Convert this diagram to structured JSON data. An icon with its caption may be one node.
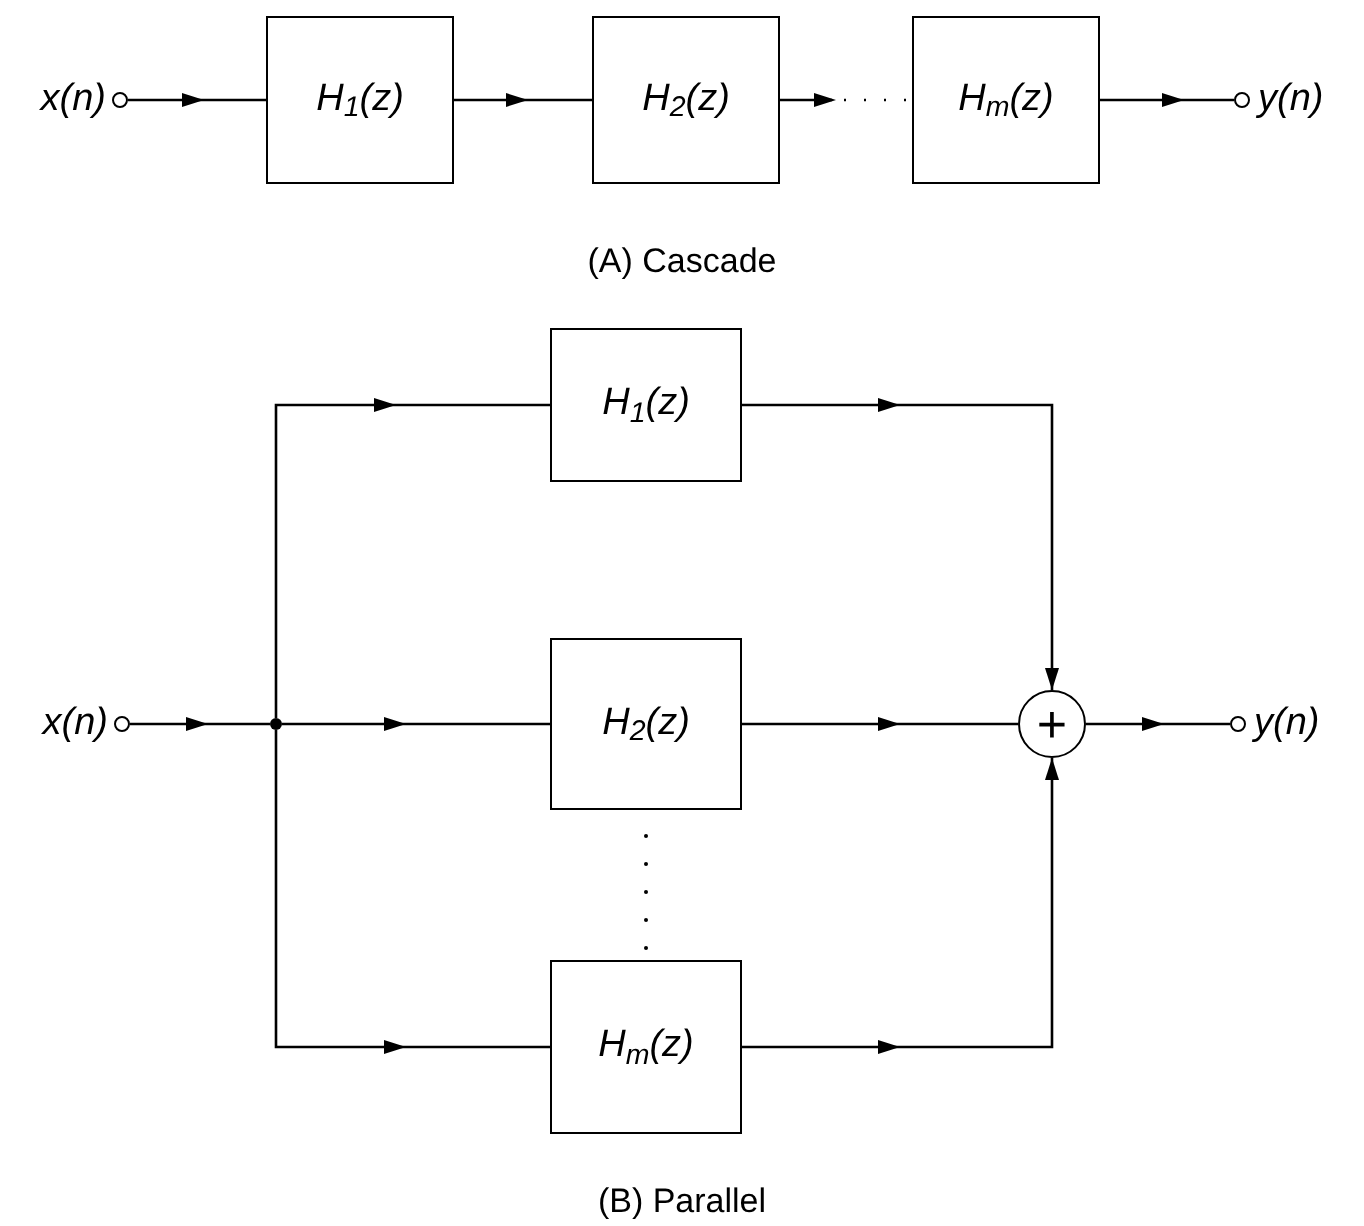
{
  "diagram": {
    "nodes": [
      {
        "text": [
          "x(n)"
        ]
      },
      {
        "text": [
          "H$_{1}$(z)"
        ]
      },
      {
        "text": [
          "H$_{2}$(z)"
        ]
      },
      {
        "text": [
          "H$_{m}$(z)"
        ]
      },
      {
        "text": [
          "y(n)"
        ]
      },
      {
        "text": [
          "x(n)"
        ]
      },
      {
        "text": [],
        "shape": "circle"
      },
      {
        "text": [
          "H$_{1}$(z)"
        ]
      },
      {
        "text": [
          "H$_{2}$(z)"
        ]
      },
      {
        "text": [
          "H$_{m}$(z)"
        ]
      },
      {
        "text": [
          "+"
        ]
      },
      {
        "text": [
          "y(n)"
        ]
      }
    ],
    "edges": [
      {
        "from": 0,
        "to": 1,
        "arrow": "to"
      },
      {
        "from": 1,
        "to": 2,
        "arrow": "to"
      },
      {
        "from": 2,
        "to": 3,
        "arrow": "to",
        "style": "dashed"
      },
      {
        "from": 3,
        "to": 4,
        "arrow": "to"
      },
      {
        "from": 5,
        "to": 6,
        "arrow": "to"
      },
      {
        "from": 6,
        "to": 7,
        "arrow": "to"
      },
      {
        "from": 6,
        "to": 8,
        "arrow": "to"
      },
      {
        "from": 6,
        "to": 9,
        "arrow": "to"
      },
      {
        "from": 7,
        "to": 10,
        "arrow": "to"
      },
      {
        "from": 8,
        "to": 10,
        "arrow": "to"
      },
      {
        "from": 9,
        "to": 10,
        "arrow": "to"
      },
      {
        "from": 10,
        "to": 11,
        "arrow": "to"
      }
    ],
    "labels": [
      "(A) Cascade",
      "(B) Parallel"
    ]
  }
}
